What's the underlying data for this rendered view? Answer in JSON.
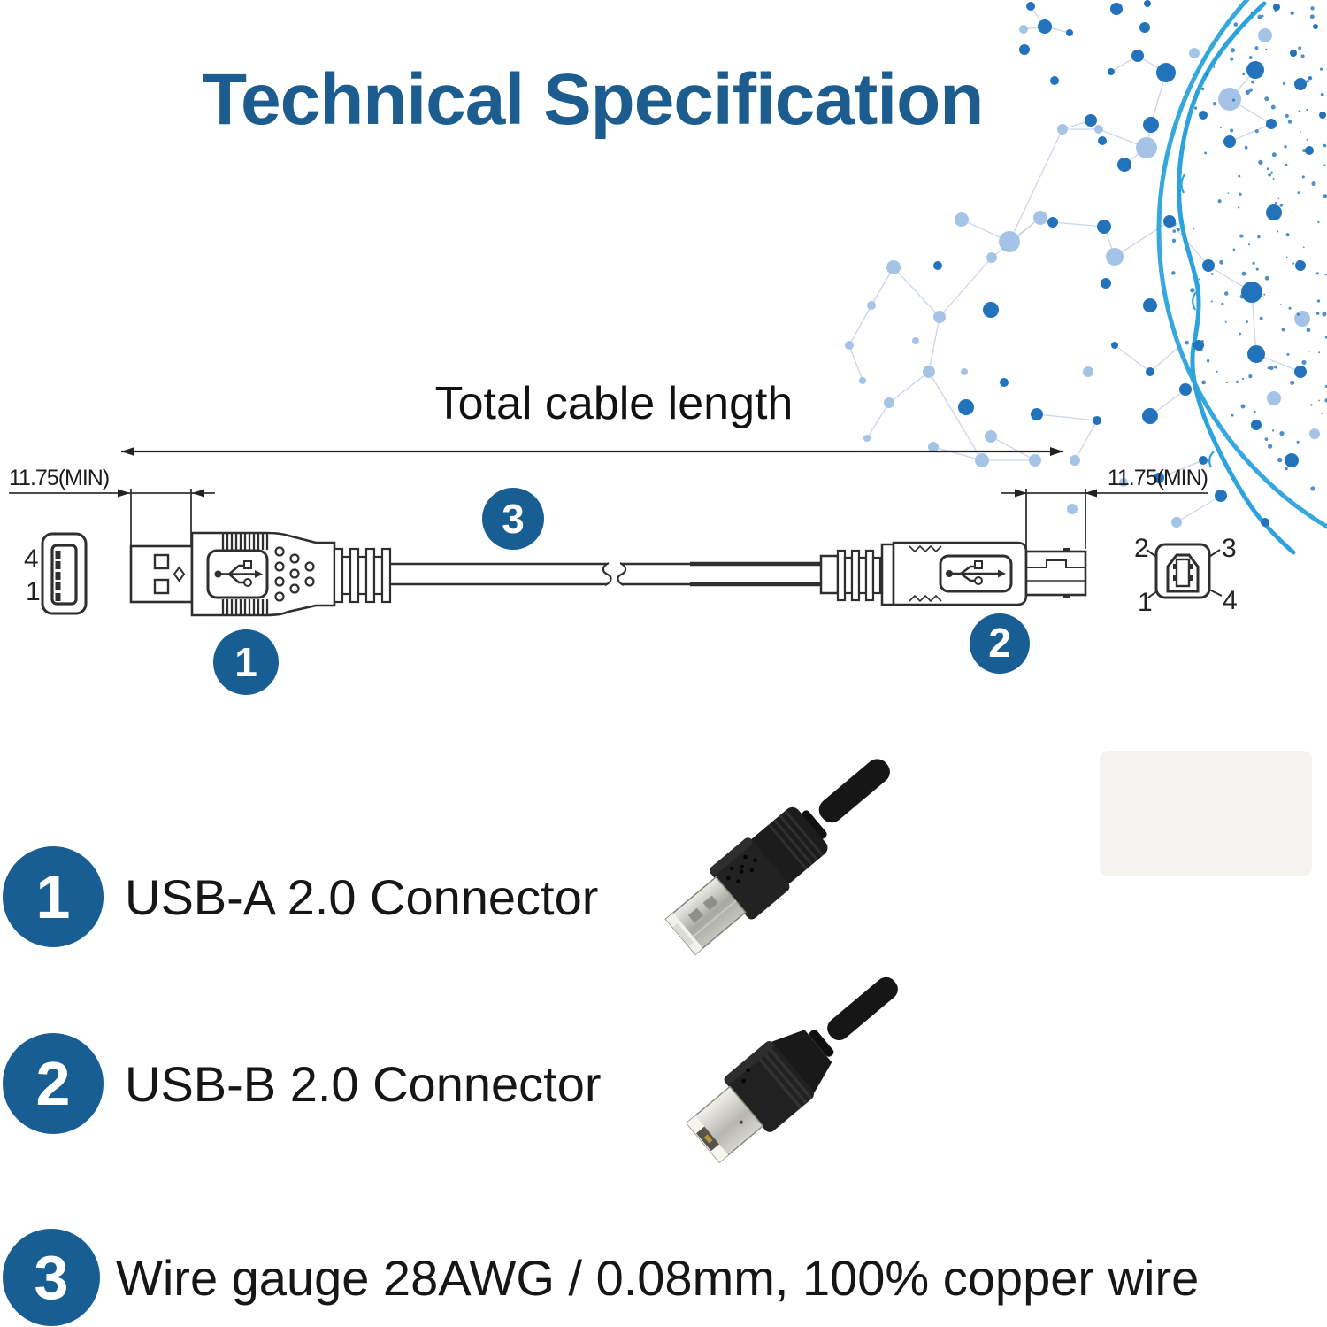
{
  "page": {
    "title": "Technical Specification"
  },
  "diagram": {
    "total_length_label": "Total cable length",
    "left_dim_label": "11.75(MIN)",
    "right_dim_label": "11.75(MIN)",
    "usb_a_pin_top": "4",
    "usb_a_pin_bottom": "1",
    "usb_b_pin_top_left": "2",
    "usb_b_pin_top_right": "3",
    "usb_b_pin_bottom_left": "1",
    "usb_b_pin_bottom_right": "4",
    "badge_usb_a": "1",
    "badge_usb_b": "2",
    "badge_cable": "3"
  },
  "legend": {
    "items": [
      {
        "num": "1",
        "label": "USB-A 2.0 Connector"
      },
      {
        "num": "2",
        "label": "USB-B 2.0 Connector"
      },
      {
        "num": "3",
        "label": "Wire gauge 28AWG / 0.08mm, 100% copper wire"
      }
    ]
  },
  "colors": {
    "title": "#1D5C8F",
    "badge": "#185E92",
    "stream": "#2CA3DC",
    "dot_dark": "#2272BC",
    "dot_light": "#A5C3E6",
    "net_line": "#C9D6E8",
    "drawing_line": "#2F2F2F"
  }
}
